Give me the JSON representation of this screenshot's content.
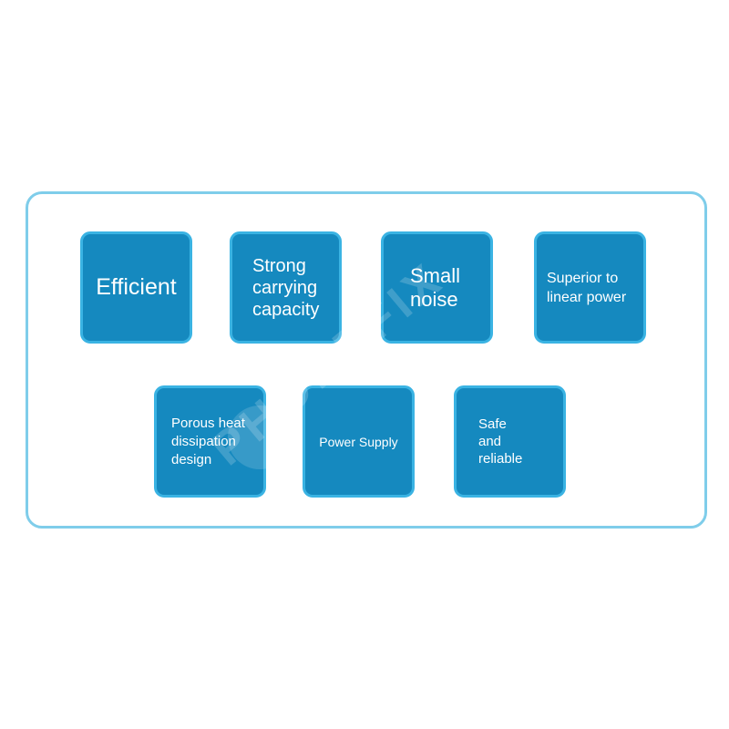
{
  "features": [
    {
      "label": "Efficient"
    },
    {
      "label": "Strong carrying capacity"
    },
    {
      "label": "Small noise"
    },
    {
      "label": "Superior to linear power"
    },
    {
      "label": "Porous heat dissipation design"
    },
    {
      "label": "Power Supply"
    },
    {
      "label": "Safe and reliable"
    }
  ],
  "watermark": "PHONEFIX",
  "colors": {
    "tile_fill": "#1589bf",
    "tile_border": "#3ab3e3",
    "frame_border": "#7fcdea"
  }
}
